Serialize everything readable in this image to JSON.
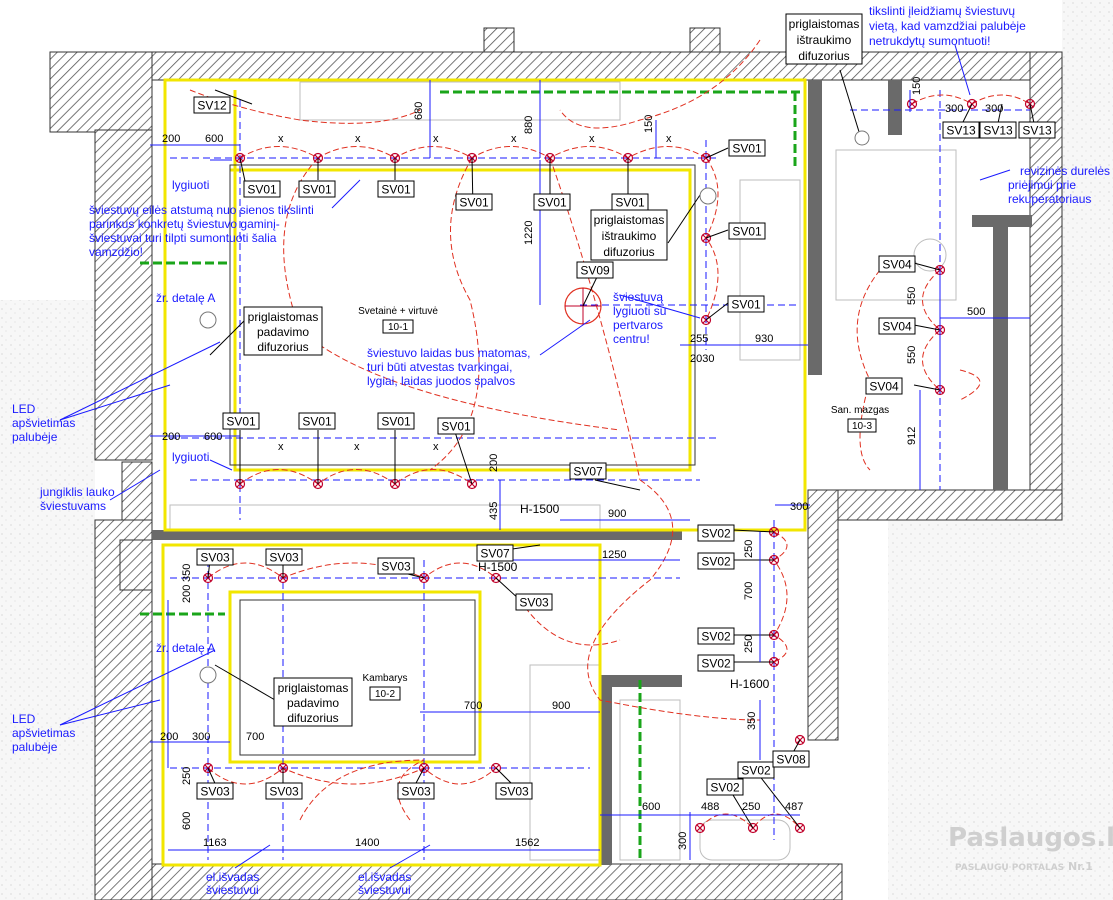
{
  "colors": {
    "wall": "#6a6a6a",
    "led": "#f2e600",
    "wire": "#e03020",
    "dim": "#1a1aff",
    "detail": "#1aa51a"
  },
  "rooms": {
    "living": {
      "name": "Svetainė + virtuvė",
      "code": "10-1"
    },
    "bedroom": {
      "name": "Kambarys",
      "code": "10-2"
    },
    "bath": {
      "name": "San. mazgas",
      "code": "10-3"
    }
  },
  "tags": {
    "sv01": "SV01",
    "sv02": "SV02",
    "sv03": "SV03",
    "sv04": "SV04",
    "sv07": "SV07",
    "sv08": "SV08",
    "sv09": "SV09",
    "sv12": "SV12",
    "sv13": "SV13"
  },
  "notes": {
    "row_spacing": [
      "šviestuvų eilės atstumą nuo sienos tikslinti",
      "parinkus konkretų šviestuvo gaminį-",
      "šviestuvai turi tilpti sumontuoti šalia",
      "vamzdžio!"
    ],
    "lygiuoti": "lygiuoti",
    "detail_a": "žr. detalę A",
    "led": [
      "LED",
      "apšvietimas",
      "palubėje"
    ],
    "switch_out": [
      "jungiklis lauko",
      "šviestuvams"
    ],
    "cable": [
      "šviestuvo laidas bus matomas,",
      "turi būti atvestas tvarkingai,",
      "lygiai, laidas juodos spalvos"
    ],
    "align_center": [
      "šviestuvą",
      "lygiuoti su",
      "pertvaros",
      "centru!"
    ],
    "top_right": [
      "tikslinti įleidžiamų šviestuvų",
      "vietą, kad vamzdžiai palubėje",
      "netrukdytų sumontuoti!"
    ],
    "access": [
      "revizinės durelės",
      "priėjimui prie",
      "rekuperatoriaus"
    ],
    "outlet": [
      "el.išvadas",
      "šviestuvui"
    ]
  },
  "diffusers": {
    "exhaust": [
      "priglaistomas",
      "ištraukimo",
      "difuzorius"
    ],
    "supply": [
      "priglaistomas",
      "padavimo",
      "difuzorius"
    ]
  },
  "heights": {
    "h1500": "H-1500",
    "h1600": "H-1600"
  },
  "dims": {
    "d200": "200",
    "d600": "600",
    "d680": "680",
    "d880": "880",
    "d150": "150",
    "d1220": "1220",
    "d255": "255",
    "d930": "930",
    "d2030": "2030",
    "d435": "435",
    "d900": "900",
    "d1250": "1250",
    "d250": "250",
    "d700": "700",
    "d300": "300",
    "d550": "550",
    "d500": "500",
    "d912": "912",
    "d350": "350",
    "d488": "488",
    "d487": "487",
    "d1163": "1163",
    "d1400": "1400",
    "d1562": "1562",
    "x": "x"
  },
  "watermark": {
    "brand": "Paslaugos.lt",
    "sub": "PASLAUGŲ PORTALAS",
    "rank": "Nr.1"
  }
}
